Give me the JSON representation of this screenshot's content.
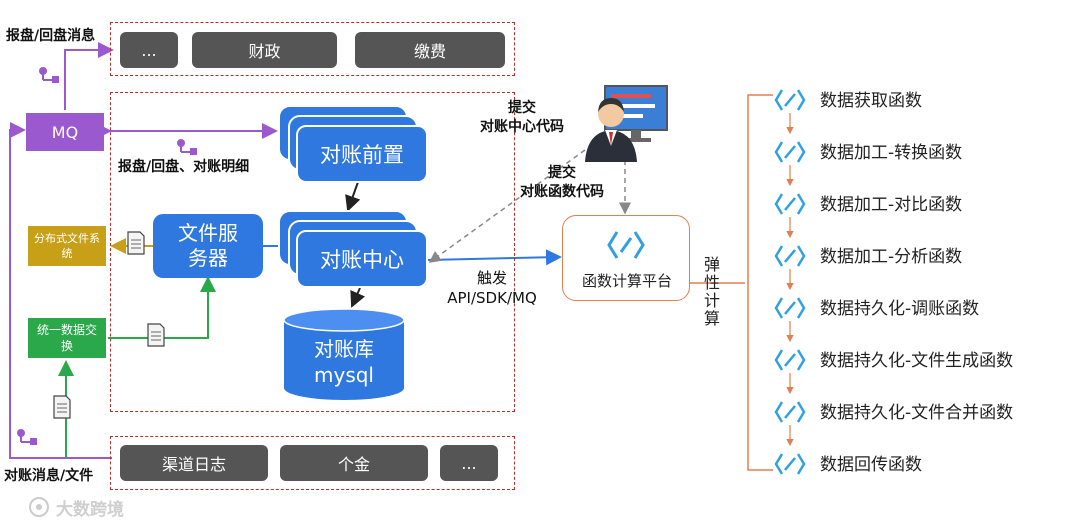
{
  "top_row": {
    "items": [
      "...",
      "财政",
      "缴费"
    ]
  },
  "bottom_row": {
    "items": [
      "渠道日志",
      "个金",
      "..."
    ]
  },
  "mq_label": "MQ",
  "dist_fs_label": "分布式文件系统",
  "unified_exchange_label": "统一数据交换",
  "file_server_label": "文件服务器",
  "recon_front_label": "对账前置",
  "recon_center_label": "对账中心",
  "db_label_line1": "对账库",
  "db_label_line2": "mysql",
  "func_platform_label": "函数计算平台",
  "annotations": {
    "report_msg": "报盘/回盘消息",
    "report_detail": "报盘/回盘、对账明细",
    "recon_msg_file": "对账消息/文件",
    "submit_center_code_1": "提交",
    "submit_center_code_2": "对账中心代码",
    "submit_func_code_1": "提交",
    "submit_func_code_2": "对账函数代码",
    "trigger_1": "触发",
    "trigger_2": "API/SDK/MQ",
    "elastic": "弹性计算"
  },
  "functions": [
    "数据获取函数",
    "数据加工-转换函数",
    "数据加工-对比函数",
    "数据加工-分析函数",
    "数据持久化-调账函数",
    "数据持久化-文件生成函数",
    "数据持久化-文件合并函数",
    "数据回传函数"
  ],
  "watermark": "大数跨境",
  "colors": {
    "purple": "#9b59d0",
    "green": "#2aa84a",
    "blue": "#2f78e0",
    "gold": "#c8a018",
    "gray": "#555555",
    "red_dash": "#b03030",
    "orange": "#e08050"
  }
}
